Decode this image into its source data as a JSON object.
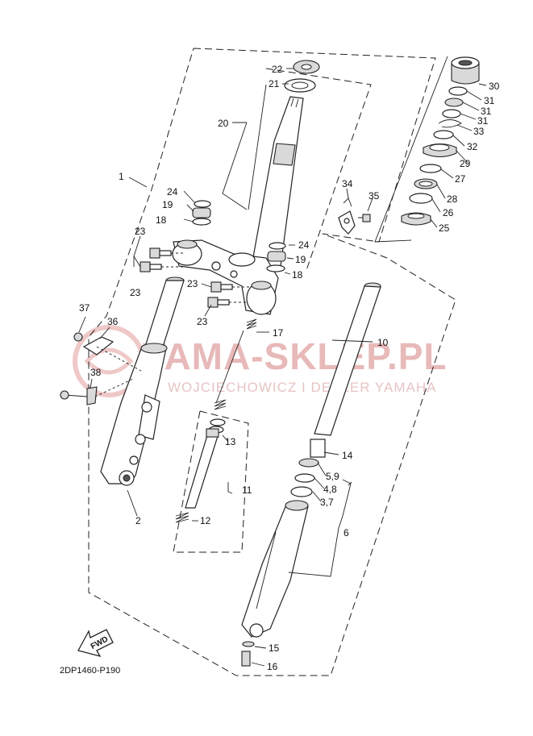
{
  "diagram_code": "2DP1460-P190",
  "fwd_label": "FWD",
  "watermark": {
    "title": "YAMA-SKLEP.PL",
    "subtitle": "WOJCIECHOWICZ I DEALER YAMAHA"
  },
  "callouts": {
    "c1": "1",
    "c2": "2",
    "c3_7": "3,7",
    "c4_8": "4,8",
    "c5_9": "5,9",
    "c6": "6",
    "c10": "10",
    "c11": "11",
    "c12": "12",
    "c13": "13",
    "c14": "14",
    "c15": "15",
    "c16": "16",
    "c17": "17",
    "c18a": "18",
    "c18b": "18",
    "c19a": "19",
    "c19b": "19",
    "c20": "20",
    "c21": "21",
    "c22": "22",
    "c23a": "23",
    "c23b": "23",
    "c23c": "23",
    "c23d": "23",
    "c24a": "24",
    "c24b": "24",
    "c25": "25",
    "c26": "26",
    "c27": "27",
    "c28": "28",
    "c29": "29",
    "c30": "30",
    "c31a": "31",
    "c31b": "31",
    "c31c": "31",
    "c32": "32",
    "c33": "33",
    "c34": "34",
    "c35": "35",
    "c36": "36",
    "c37": "37",
    "c38": "38"
  }
}
